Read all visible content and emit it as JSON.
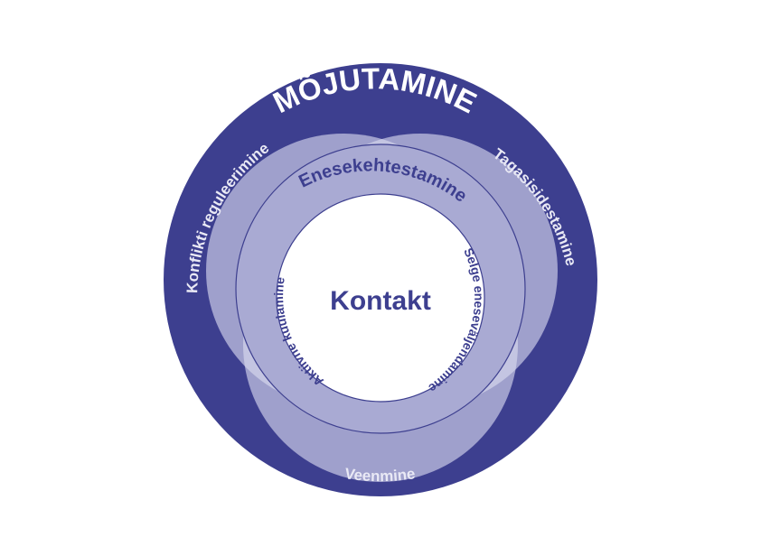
{
  "diagram": {
    "outer_title": "MÕJUTAMINE",
    "left_arc": "Konflikti reguleerimine",
    "right_arc": "Tagasisidestamine",
    "bottom_arc": "Veenmine",
    "middle_title": "Enesekehtestamine",
    "inner_left": "Aktiivne kuulamine",
    "inner_right": "Selge eneseväljendamine",
    "center": "Kontakt"
  },
  "colors": {
    "outer": "#3d3f8f",
    "lobe": "#9fa0cc",
    "overlap": "#c4c5e2",
    "middle_ring": "#a9aad3",
    "ring_stroke": "#3d3f8f",
    "inner_bg": "#ffffff",
    "light_text": "#ffffff",
    "lobe_text": "#e9e9f5",
    "dark_text": "#3d3f8f"
  }
}
